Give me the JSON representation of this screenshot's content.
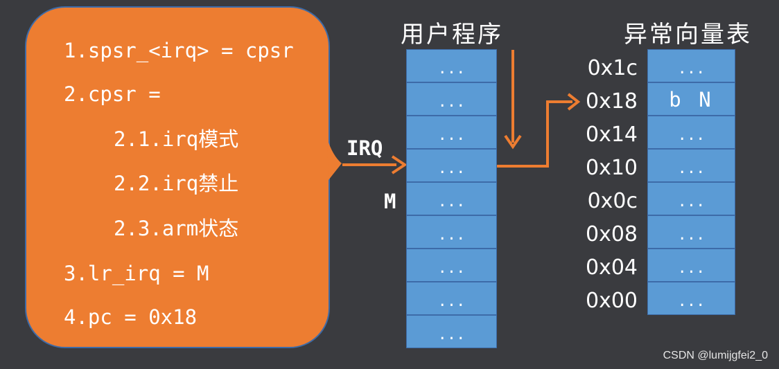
{
  "callout": {
    "lines": [
      "1.spsr_<irq> = cpsr",
      "2.cpsr =",
      "2.1.irq模式",
      "2.2.irq禁止",
      "2.3.arm状态",
      "3.lr_irq = M",
      "4.pc = 0x18"
    ]
  },
  "user_program": {
    "title": "用户程序",
    "cells": [
      "...",
      "...",
      "...",
      "...",
      "...",
      "...",
      "...",
      "...",
      "..."
    ],
    "irq_label": "IRQ",
    "m_label": "M"
  },
  "vector_table": {
    "title": "异常向量表",
    "entries": [
      {
        "addr": "0x1c",
        "value": "..."
      },
      {
        "addr": "0x18",
        "value": "b N"
      },
      {
        "addr": "0x14",
        "value": "..."
      },
      {
        "addr": "0x10",
        "value": "..."
      },
      {
        "addr": "0x0c",
        "value": "..."
      },
      {
        "addr": "0x08",
        "value": "..."
      },
      {
        "addr": "0x04",
        "value": "..."
      },
      {
        "addr": "0x00",
        "value": "..."
      }
    ]
  },
  "colors": {
    "background": "#3a3b3f",
    "callout": "#ed7d31",
    "arrow": "#ed7d31",
    "cell": "#5b9bd5",
    "cell_border": "#3d6ba8"
  },
  "watermark": "CSDN @lumijgfei2_0"
}
